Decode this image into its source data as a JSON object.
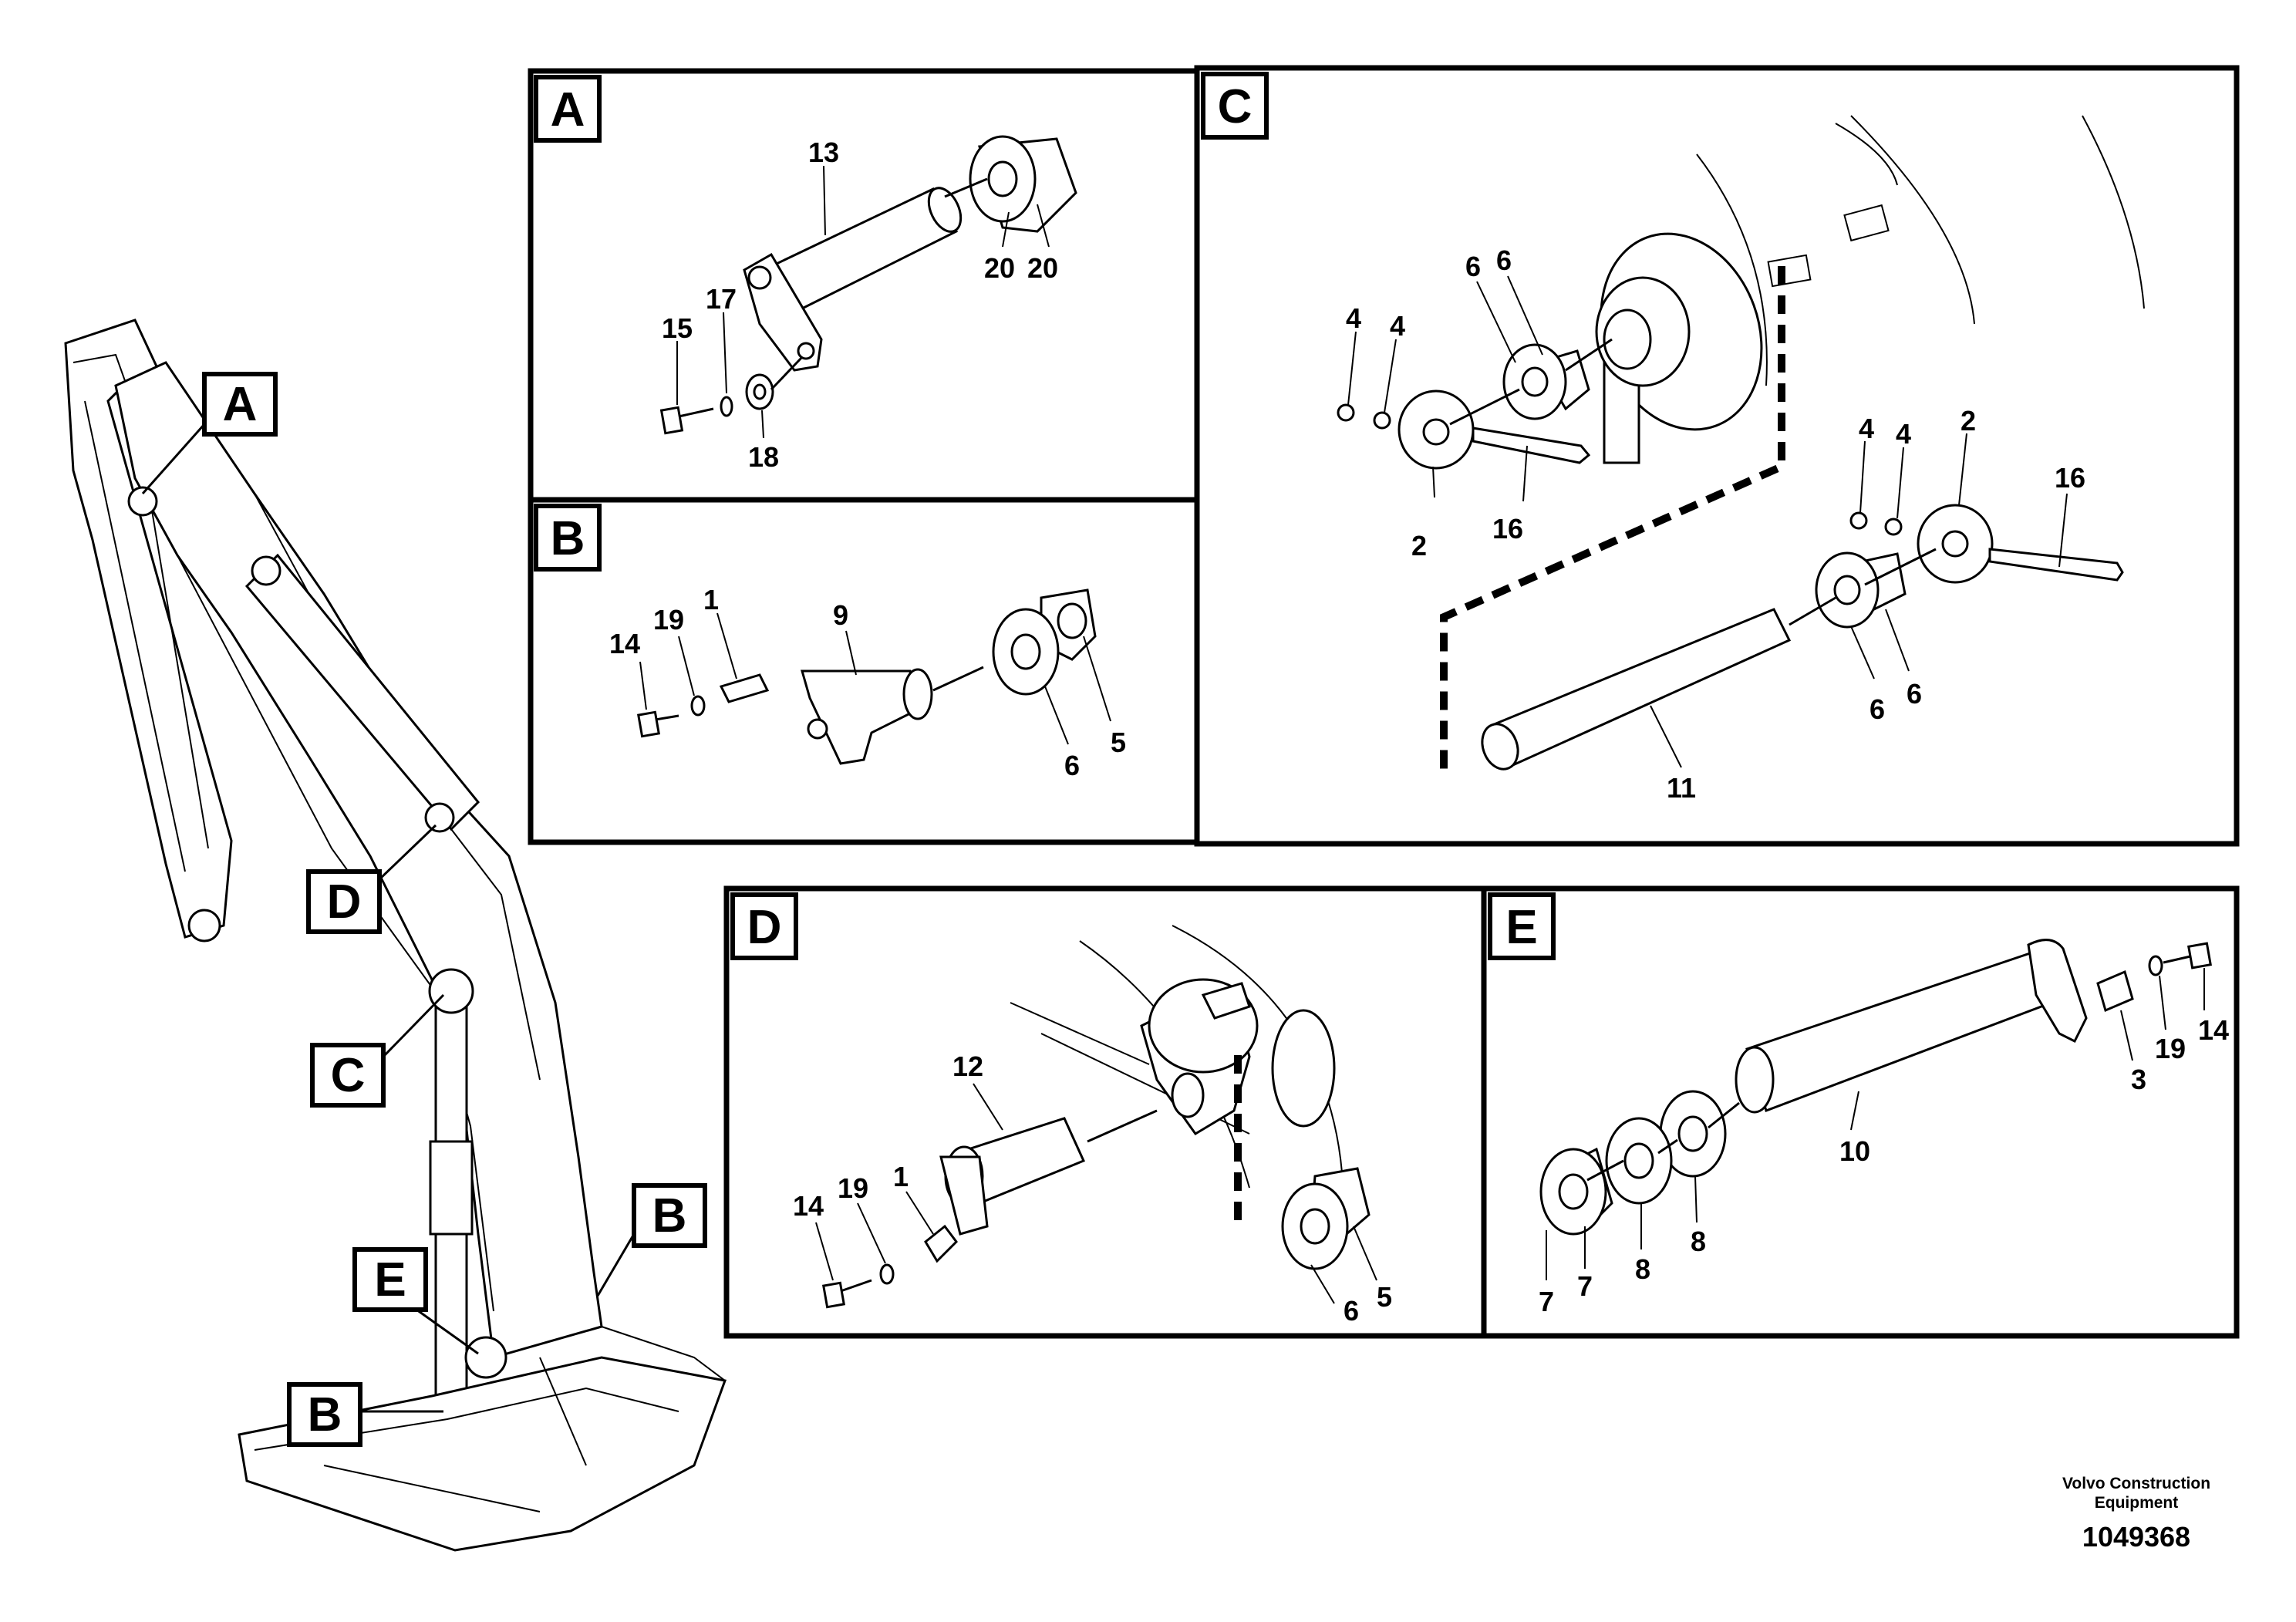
{
  "panels": {
    "A": {
      "letter": "A",
      "labels": [
        "13",
        "20",
        "20",
        "17",
        "15",
        "18"
      ]
    },
    "B": {
      "letter": "B",
      "labels": [
        "14",
        "19",
        "1",
        "9",
        "6",
        "5"
      ]
    },
    "C": {
      "letter": "C",
      "labels": [
        "6",
        "6",
        "4",
        "4",
        "2",
        "16",
        "4",
        "4",
        "2",
        "16",
        "6",
        "6",
        "11"
      ]
    },
    "D": {
      "letter": "D",
      "labels": [
        "12",
        "14",
        "19",
        "1",
        "6",
        "5"
      ]
    },
    "E": {
      "letter": "E",
      "labels": [
        "3",
        "19",
        "14",
        "10",
        "7",
        "7",
        "8",
        "8"
      ]
    }
  },
  "overview": {
    "callouts": [
      "A",
      "D",
      "C",
      "B",
      "E",
      "B"
    ]
  },
  "footer": {
    "company_line1": "Volvo Construction",
    "company_line2": "Equipment",
    "drawing_number": "1049368"
  }
}
